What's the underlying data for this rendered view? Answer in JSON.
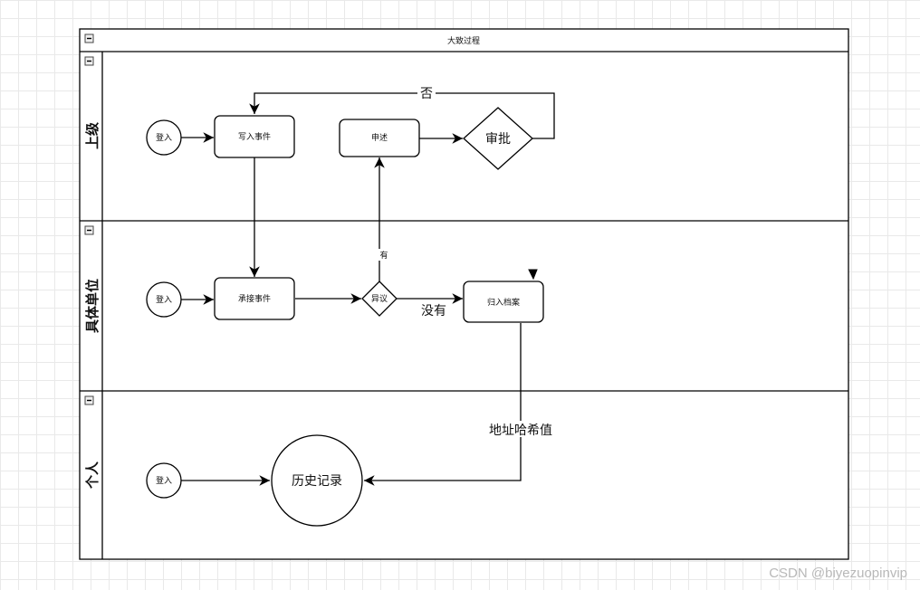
{
  "diagram": {
    "title": "大致过程",
    "lanes": [
      {
        "label": "上级"
      },
      {
        "label": "具体单位"
      },
      {
        "label": "个人"
      }
    ],
    "nodes": {
      "login_1": "登入",
      "write_event": "写入事件",
      "statement": "申述",
      "approval": "审批",
      "login_2": "登入",
      "accept_event": "承接事件",
      "objection": "异议",
      "archive": "归入档案",
      "login_3": "登入",
      "history": "历史记录"
    },
    "edge_labels": {
      "no": "否",
      "yes": "有",
      "none": "没有",
      "hash": "地址哈希值"
    }
  },
  "watermark": "CSDN @biyezuopinvip"
}
